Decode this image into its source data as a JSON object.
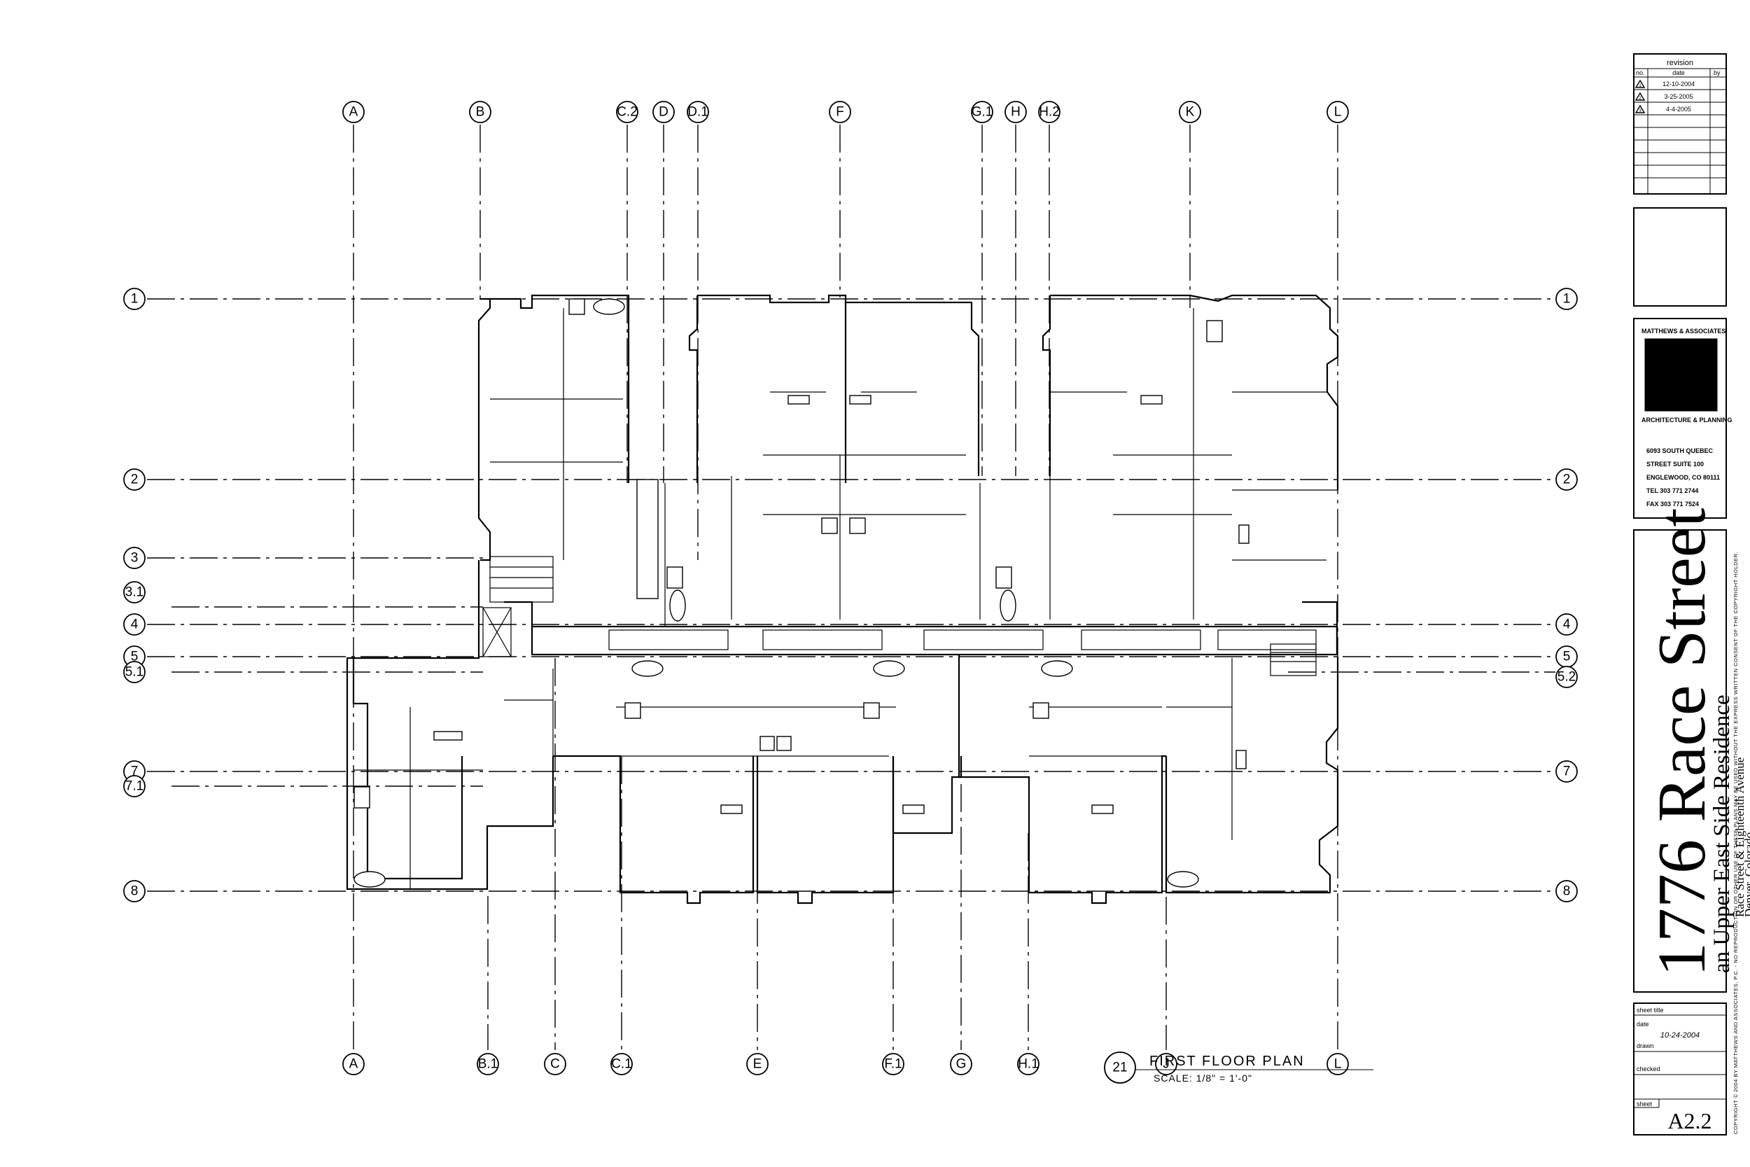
{
  "grid_columns_top": [
    "A",
    "B",
    "C.2",
    "D",
    "D.1",
    "F",
    "G.1",
    "H",
    "H.2",
    "K",
    "L"
  ],
  "grid_columns_bottom": [
    "A",
    "B.1",
    "C",
    "C.1",
    "E",
    "F.1",
    "G",
    "H.1",
    "J",
    "L"
  ],
  "grid_rows_left": [
    "1",
    "2",
    "3",
    "3.1",
    "4",
    "5",
    "5.1",
    "7",
    "7.1",
    "8"
  ],
  "grid_rows_right": [
    "1",
    "2",
    "4",
    "5",
    "5.2",
    "7",
    "8"
  ],
  "revision": {
    "heading": "revision",
    "col_no": "no.",
    "col_date": "date",
    "col_by": "by",
    "entries": [
      {
        "no": "1",
        "date": "12-10-2004"
      },
      {
        "no": "2",
        "date": "3-25-2005"
      },
      {
        "no": "3",
        "date": "4-4-2005"
      }
    ]
  },
  "firm": {
    "name": "MATTHEWS & ASSOCIATES",
    "tagline": "ARCHITECTURE & PLANNING",
    "address_lines": [
      "6093 SOUTH QUEBEC",
      "STREET SUITE 100",
      "ENGLEWOOD, CO 80111",
      "TEL 303 771 2744",
      "FAX 303 771 7524"
    ]
  },
  "project": {
    "title": "1776 Race Street",
    "subtitle": "an Upper East Side Residence",
    "address_line1": "Race Street & Eighteenth Avenue",
    "address_line2": "Denver, Colorado"
  },
  "sheet_info": {
    "sheet_title_label": "sheet title",
    "date_label": "date",
    "date_value": "10-24-2004",
    "drawn_label": "drawn",
    "checked_label": "checked",
    "sheet_label": "sheet",
    "sheet_number": "A2.2"
  },
  "plan": {
    "number": "21",
    "title": "FIRST FLOOR PLAN",
    "scale": "SCALE:  1/8\" = 1'-0\""
  },
  "copyright": "COPYRIGHT © 2004 BY MATTHEWS AND ASSOCIATES, P.C. - NO REPRODUCTION OR OTHER USE OF THESE PLANS MAY BE USED WITHOUT THE EXPRESS WRITTEN CONSENT OF THE COPYRIGHT HOLDER."
}
